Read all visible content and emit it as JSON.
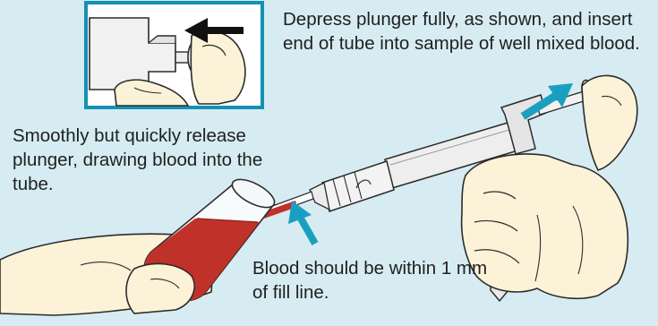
{
  "captions": {
    "depress": "Depress plunger fully, as shown, and insert end of tube into sample of well mixed blood.",
    "release": "Smoothly but quickly release plunger, drawing blood into the tube.",
    "fill_line": "Blood should be within 1 mm of fill line."
  },
  "colors": {
    "background": "#d6ecf2",
    "inset_border": "#1590b4",
    "arrow_teal": "#1a9fc0",
    "blood": "#c0312a",
    "skin": "#fbf2d8",
    "outline": "#2b2b2b"
  },
  "icons": {
    "inset_arrow": "arrow-left-icon",
    "pull_arrow": "arrow-up-right-icon",
    "pointer_arrow": "arrow-up-left-icon"
  }
}
